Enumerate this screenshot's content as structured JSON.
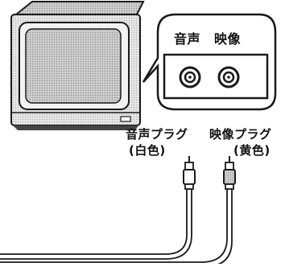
{
  "bubble": {
    "audio_jack_label": "音声",
    "video_jack_label": "映像"
  },
  "plugs": {
    "audio_line1": "音声プラグ",
    "audio_line2": "(白色)",
    "video_line1": "映像プラグ",
    "video_line2": "(黄色)"
  },
  "colors": {
    "line": "#1a1a1a",
    "screen_fill": "#d9d9d9",
    "tv_shade": "#bcbcbc",
    "paper": "#ffffff"
  }
}
